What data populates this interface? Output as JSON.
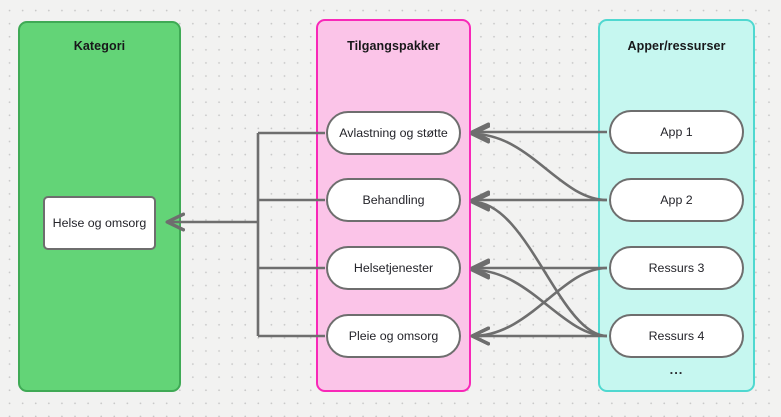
{
  "diagram": {
    "background": "#f2f2f1",
    "edge_color": "#6e6e6e"
  },
  "panels": [
    {
      "id": "kategori",
      "title": "Kategori",
      "fill": "#63d477",
      "stroke": "#3faa55"
    },
    {
      "id": "tilgangspakker",
      "title": "Tilgangspakker",
      "fill": "#fbc4e8",
      "stroke": "#f828b8"
    },
    {
      "id": "apper",
      "title": "Apper/ressurser",
      "fill": "#c6f7f0",
      "stroke": "#4fd8d0"
    }
  ],
  "nodes": {
    "kategori": [
      {
        "id": "helse-og-omsorg",
        "label": "Helse og omsorg"
      }
    ],
    "tilgangspakker": [
      {
        "id": "avlastning-og-stotte",
        "label": "Avlastning og støtte"
      },
      {
        "id": "behandling",
        "label": "Behandling"
      },
      {
        "id": "helsetjenester",
        "label": "Helsetjenester"
      },
      {
        "id": "pleie-og-omsorg",
        "label": "Pleie og omsorg"
      }
    ],
    "apper": [
      {
        "id": "app-1",
        "label": "App 1"
      },
      {
        "id": "app-2",
        "label": "App 2"
      },
      {
        "id": "ressurs-3",
        "label": "Ressurs 3"
      },
      {
        "id": "ressurs-4",
        "label": "Ressurs 4"
      }
    ]
  },
  "more_indicator": "...",
  "edges": [
    {
      "from": "app-1",
      "to": "avlastning-og-stotte",
      "style": "straight"
    },
    {
      "from": "app-2",
      "to": "avlastning-og-stotte",
      "style": "curved"
    },
    {
      "from": "app-2",
      "to": "behandling",
      "style": "straight"
    },
    {
      "from": "ressurs-4",
      "to": "behandling",
      "style": "curved"
    },
    {
      "from": "ressurs-3",
      "to": "helsetjenester",
      "style": "straight"
    },
    {
      "from": "ressurs-4",
      "to": "helsetjenester",
      "style": "curved"
    },
    {
      "from": "ressurs-4",
      "to": "pleie-og-omsorg",
      "style": "straight"
    },
    {
      "from": "ressurs-3",
      "to": "pleie-og-omsorg",
      "style": "curved"
    },
    {
      "from": "tilgangspakker-bus",
      "to": "helse-og-omsorg",
      "style": "orthogonal"
    }
  ]
}
